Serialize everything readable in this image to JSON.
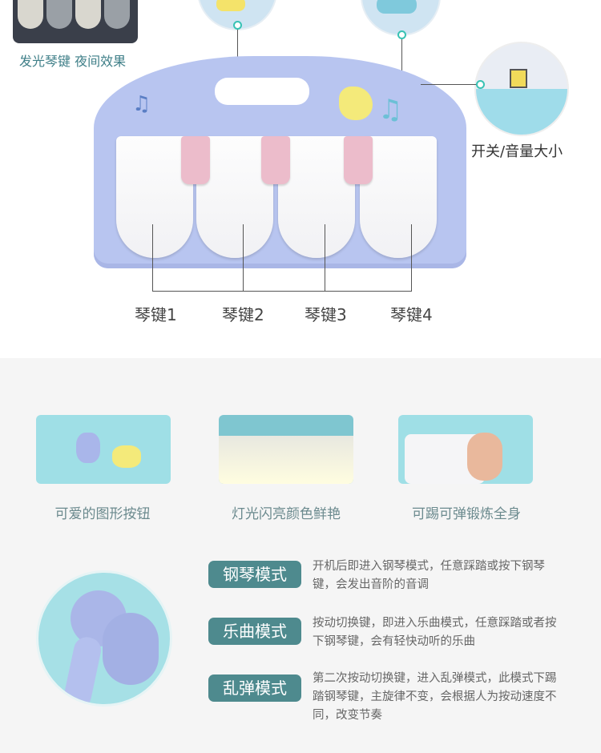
{
  "top_section": {
    "night_caption": "发光琴键 夜间效果",
    "switch_caption": "开关/音量大小",
    "keys": [
      "琴键1",
      "琴键2",
      "琴键3",
      "琴键4"
    ]
  },
  "features": [
    {
      "label": "可爱的图形按钮"
    },
    {
      "label": "灯光闪亮颜色鲜艳"
    },
    {
      "label": "可踢可弹锻炼全身"
    }
  ],
  "modes": [
    {
      "name": "钢琴模式",
      "desc": "开机后即进入钢琴模式，任意踩踏或按下钢琴键，会发出音阶的音调"
    },
    {
      "name": "乐曲模式",
      "desc": "按动切换键，即进入乐曲模式，任意踩踏或者按下钢琴键，会有轻快动听的乐曲"
    },
    {
      "name": "乱弹模式",
      "desc": "第二次按动切换键，进入乱弹模式，此模式下踢踏钢琴键，主旋律不变，会根据人为按动速度不同，改变节奏"
    }
  ],
  "colors": {
    "badge": "#4e8a8e",
    "piano_body": "#b8c5f0",
    "pink_key": "#ecbccb",
    "accent_dot": "#38c2b4"
  }
}
